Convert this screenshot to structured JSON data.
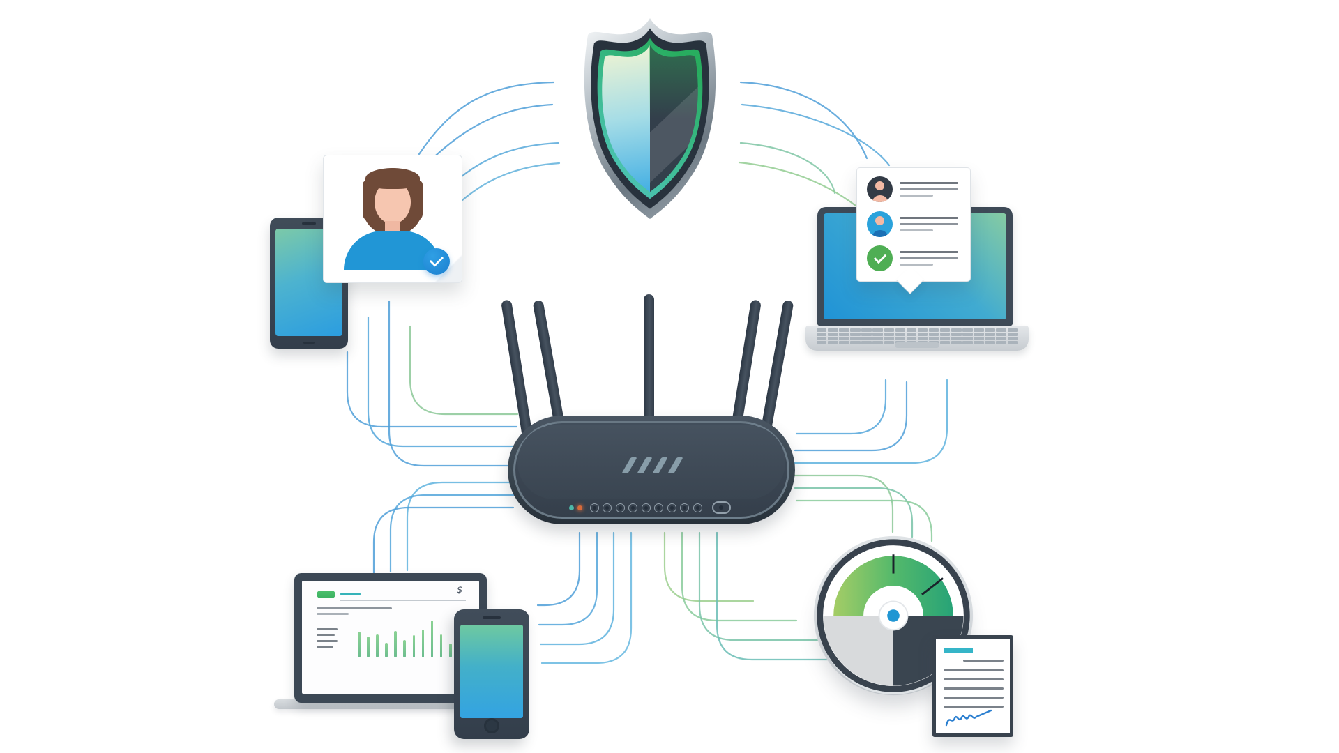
{
  "canvas": {
    "background": "#ffffff"
  },
  "palette": {
    "trace_blue": "#4f9fd8",
    "trace_teal": "#79c3a8",
    "trace_green": "#9ccf8e",
    "device_dark": "#3c4855",
    "accent_blue": "#2196d6",
    "accent_green": "#3fae5f",
    "accent_teal": "#35b5c8",
    "accent_orange": "#d86a3a"
  },
  "shield": {
    "metal_light": "#eef1f3",
    "metal_dark": "#6d7983",
    "inner_dark": "#28323d",
    "rim_teal": "#4cc4b4",
    "rim_green": "#28ad5f",
    "face_light_top": "#f0f4d2",
    "face_light_mid": "#a6dde6",
    "face_light_bottom": "#3fade4",
    "face_dark": "#333f4b"
  },
  "router": {
    "antennas": 5,
    "slash_marks": 4,
    "indicator_buttons": 9,
    "status_dots": [
      "#4db8a8",
      "#d86a3a"
    ],
    "power_button": 1,
    "body_color": "#39454f"
  },
  "profile_card": {
    "avatar": "woman-avatar",
    "badge": "check-icon",
    "badge_color": "#1e88d0",
    "hair": "#6f4a38",
    "skin": "#f6c6b0",
    "shirt": "#2196d6"
  },
  "tablet": {
    "screen_top": "#7cc9a8",
    "screen_bottom": "#2b9de0"
  },
  "laptop_contacts": {
    "screen_green": "#86cba2",
    "screen_blue": "#2093d6",
    "keyboard": {
      "rows": 4,
      "keys_per_row": 18
    },
    "line_widths": [
      84,
      84,
      48
    ],
    "line_colors": [
      "#70767e",
      "#8d939b",
      "#b6bcc2"
    ],
    "rows": [
      {
        "avatar": "user-avatar",
        "avatar_bg": "#333b46",
        "head": "#f3b9a4",
        "body": "#f3b9a4"
      },
      {
        "avatar": "user-avatar",
        "avatar_bg": "#2ba2db",
        "head": "#f3b9a4",
        "body": "#1b6fb4"
      },
      {
        "avatar": "check-avatar",
        "avatar_bg": "#4fae54",
        "head": "",
        "body": ""
      }
    ]
  },
  "dashboard_laptop": {
    "header_pill": "#4cc06d",
    "header_line": "#36b3b9",
    "currency_glyph": "$",
    "sidebar_line_widths": [
      30,
      26,
      30,
      24
    ],
    "chart": {
      "type": "bar",
      "values": [
        37,
        30,
        33,
        21,
        38,
        25,
        32,
        40,
        53,
        33,
        20,
        12
      ],
      "color": "#7cc487"
    }
  },
  "phone": {
    "screen_top": "#6ec9a0",
    "screen_bottom": "#33a3e2"
  },
  "gauge": {
    "band_start": "#a5cd66",
    "band_mid": "#54b96b",
    "band_end": "#27a377",
    "quadrant_light": "#d8dadc",
    "quadrant_dark": "#3a4550",
    "center_dot": "#2196d3",
    "ticks": 2
  },
  "document": {
    "heading_bar": "#35b5c8",
    "body_lines": 5,
    "signature_color": "#2b7fd0"
  }
}
